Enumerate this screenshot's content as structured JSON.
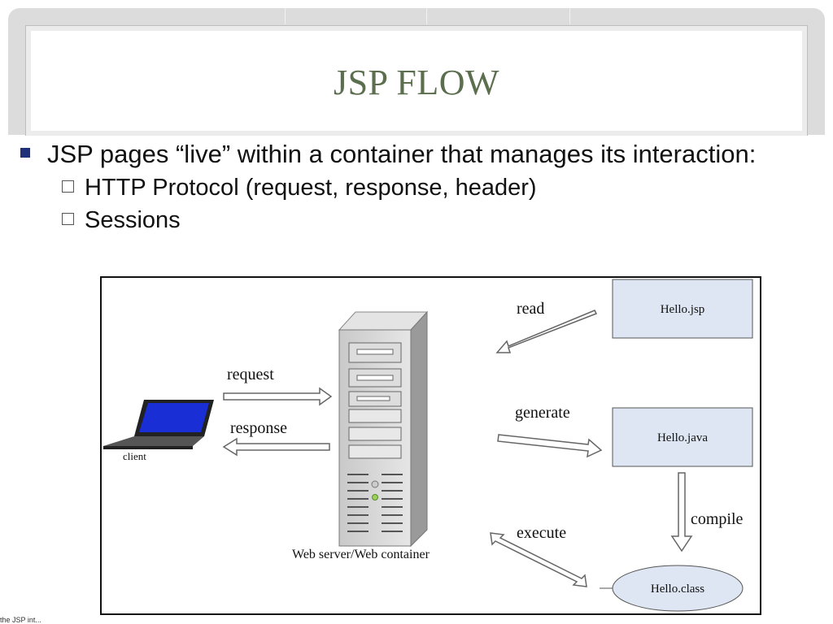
{
  "slide": {
    "title": "JSP FLOW",
    "bullet_main": "JSP pages “live” within a container that manages its interaction:",
    "sub_bullets": [
      "HTTP Protocol (request, response, header)",
      "Sessions"
    ],
    "footer_fragment": "the JSP int..."
  },
  "diagram": {
    "client_label": "client",
    "server_label": "Web server/Web container",
    "request_label": "request",
    "response_label": "response",
    "read_label": "read",
    "generate_label": "generate",
    "compile_label": "compile",
    "execute_label": "execute",
    "files": {
      "jsp": "Hello.jsp",
      "java": "Hello.java",
      "class": "Hello.class"
    }
  },
  "colors": {
    "title": "#5b6e4e",
    "bullet_mark": "#1f2f78",
    "file_box": "#dde6f2",
    "laptop_screen": "#1a2ed6"
  }
}
